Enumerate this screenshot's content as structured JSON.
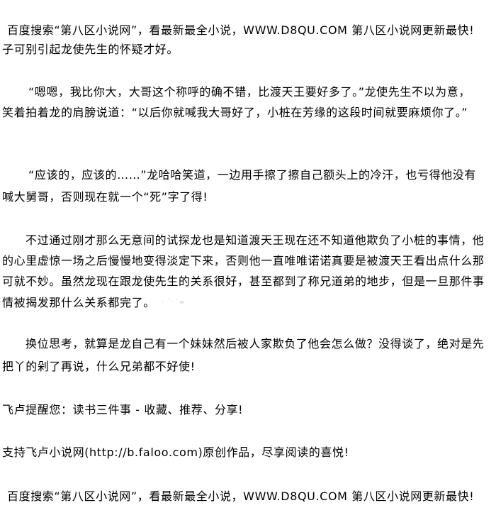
{
  "header_banner": "百度搜索“第八区小说网”，看最新最全小说，WWW.D8QU.COM  第八区小说网更新最快!",
  "lines": [
    "子可别引起龙使先生的怀疑才好。",
    "“嗯嗯，我比你大，大哥这个称呼的确不错，比渡天王要好多了。”龙使先生不以为意，",
    "笑着拍着龙的肩膀说道：“以后你就喊我大哥好了，小桩在芳缘的这段时间就要麻烦你了。”",
    "“应该的，应该的……”龙哈哈笑道，一边用手擦了擦自己额头上的冷汗，也亏得他没有",
    "喊大舅哥，否则现在就一个“死”字了得!",
    "不过通过刚才那么无意间的试探龙也是知道渡天王现在还不知道他欺负了小桩的事情，他",
    "的心里虚惊一场之后慢慢地变得淡定下来，否则他一直唯唯诺诺真要是被渡天王看出点什么那",
    "可就不妙。虽然龙现在跟龙使先生的关系很好，甚至都到了称兄道弟的地步，但是一旦那件事",
    "情被揭发那什么关系都完了。",
    "换位思考，就算是龙自己有一个妹妹然后被人家欺负了他会怎么做？没得谈了，绝对是先",
    "把丫的剁了再说，什么兄弟都不好使!",
    "飞卢提醒您：读书三件事 - 收藏、推荐、分享!",
    "支持飞卢小说网(http://b.faloo.com)原创作品，尽享阅读的喜悦!"
  ],
  "footer_banner": "百度搜索“第八区小说网”，看最新最全小说，WWW.D8QU.COM  第八区小说网更新最快!"
}
